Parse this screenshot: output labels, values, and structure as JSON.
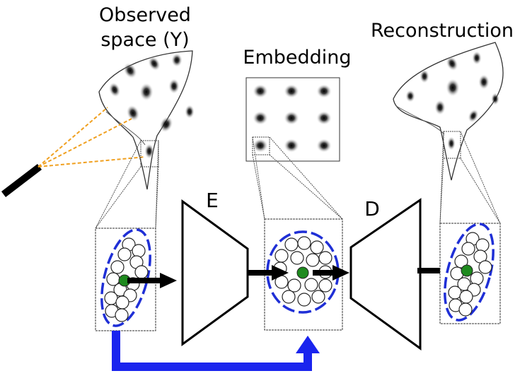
{
  "labels": {
    "observed_line1": "Observed",
    "observed_line2": "space (Y)",
    "embedding": "Embedding",
    "reconstruction": "Reconstruction",
    "encoder": "E",
    "decoder": "D"
  },
  "colors": {
    "ellipse": "#1f2fd6",
    "skip_arrow": "#1a24ee",
    "center_point": "#1e8a1e",
    "laser_rays": "#f0a020",
    "arrow": "#000000"
  }
}
